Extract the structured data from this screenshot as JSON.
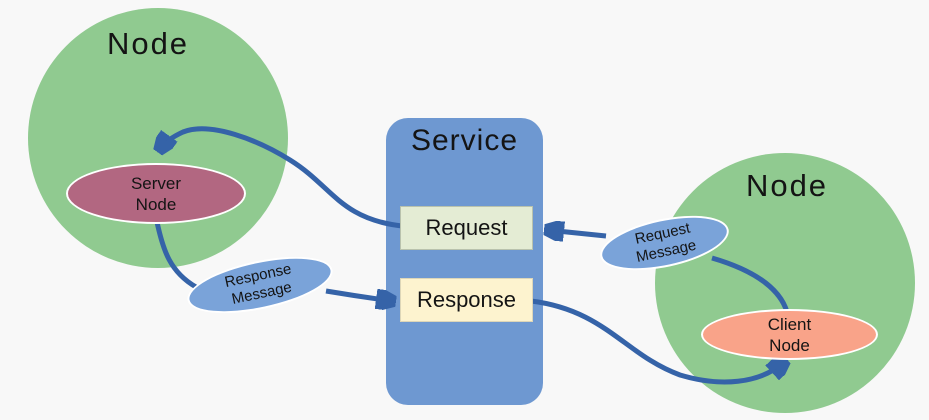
{
  "diagram": {
    "description": "Service-based node communication diagram",
    "background": "#f8f8f8",
    "left_node": {
      "title": "Node"
    },
    "right_node": {
      "title": "Node"
    },
    "service": {
      "title": "Service",
      "request_label": "Request",
      "response_label": "Response"
    },
    "server_node": {
      "line1": "Server",
      "line2": "Node"
    },
    "client_node": {
      "line1": "Client",
      "line2": "Node"
    },
    "request_message": {
      "line1": "Request",
      "line2": "Message"
    },
    "response_message": {
      "line1": "Response",
      "line2": "Message"
    },
    "arrows": [
      {
        "from": "Request",
        "to": "Server Node",
        "arrowhead": true
      },
      {
        "from": "Server Node",
        "to": "Response Message",
        "arrowhead": false
      },
      {
        "from": "Response Message",
        "to": "Response",
        "arrowhead": true
      },
      {
        "from": "Response",
        "to": "Client Node",
        "arrowhead": true
      },
      {
        "from": "Client Node",
        "to": "Request Message",
        "arrowhead": false
      },
      {
        "from": "Request Message",
        "to": "Request",
        "arrowhead": true
      }
    ],
    "colors": {
      "node_circle": "#90ca90",
      "service_panel": "#6e98d1",
      "message_ellipse": "#7aa3d9",
      "server_node_fill": "#b26781",
      "client_node_fill": "#f9a389",
      "request_box_fill": "#e4ecd4",
      "response_box_fill": "#fdf3cf",
      "arrow": "#3563a8",
      "text": "#141414"
    }
  }
}
